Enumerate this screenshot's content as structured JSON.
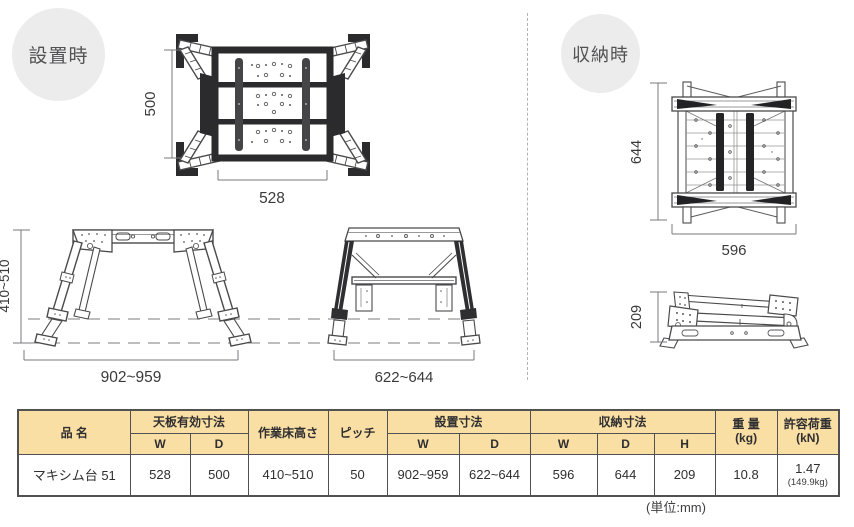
{
  "badges": {
    "installed": "設置時",
    "stored": "収納時"
  },
  "unit_note": "(単位:mm)",
  "dimensions": {
    "installed_top": {
      "depth": "500",
      "width": "528"
    },
    "installed_front": {
      "height": "410~510",
      "width": "902~959"
    },
    "installed_side": {
      "width": "622~644"
    },
    "stored_top": {
      "height": "644",
      "width": "596"
    },
    "stored_side": {
      "height": "209"
    }
  },
  "table": {
    "headers": {
      "product": "品 名",
      "top_plate": "天板有効寸法",
      "work_floor_height": "作業床高さ",
      "pitch": "ピッチ",
      "installed": "設置寸法",
      "stored": "収納寸法",
      "weight": "重 量",
      "weight_unit": "(kg)",
      "load": "許容荷重",
      "load_unit": "(kN)",
      "w": "W",
      "d": "D",
      "h": "H"
    },
    "row": {
      "product": "マキシム台 51",
      "top_w": "528",
      "top_d": "500",
      "work_floor_height": "410~510",
      "pitch": "50",
      "installed_w": "902~959",
      "installed_d": "622~644",
      "stored_w": "596",
      "stored_d": "644",
      "stored_h": "209",
      "weight": "10.8",
      "load_kn": "1.47",
      "load_kg": "(149.9kg)"
    }
  }
}
